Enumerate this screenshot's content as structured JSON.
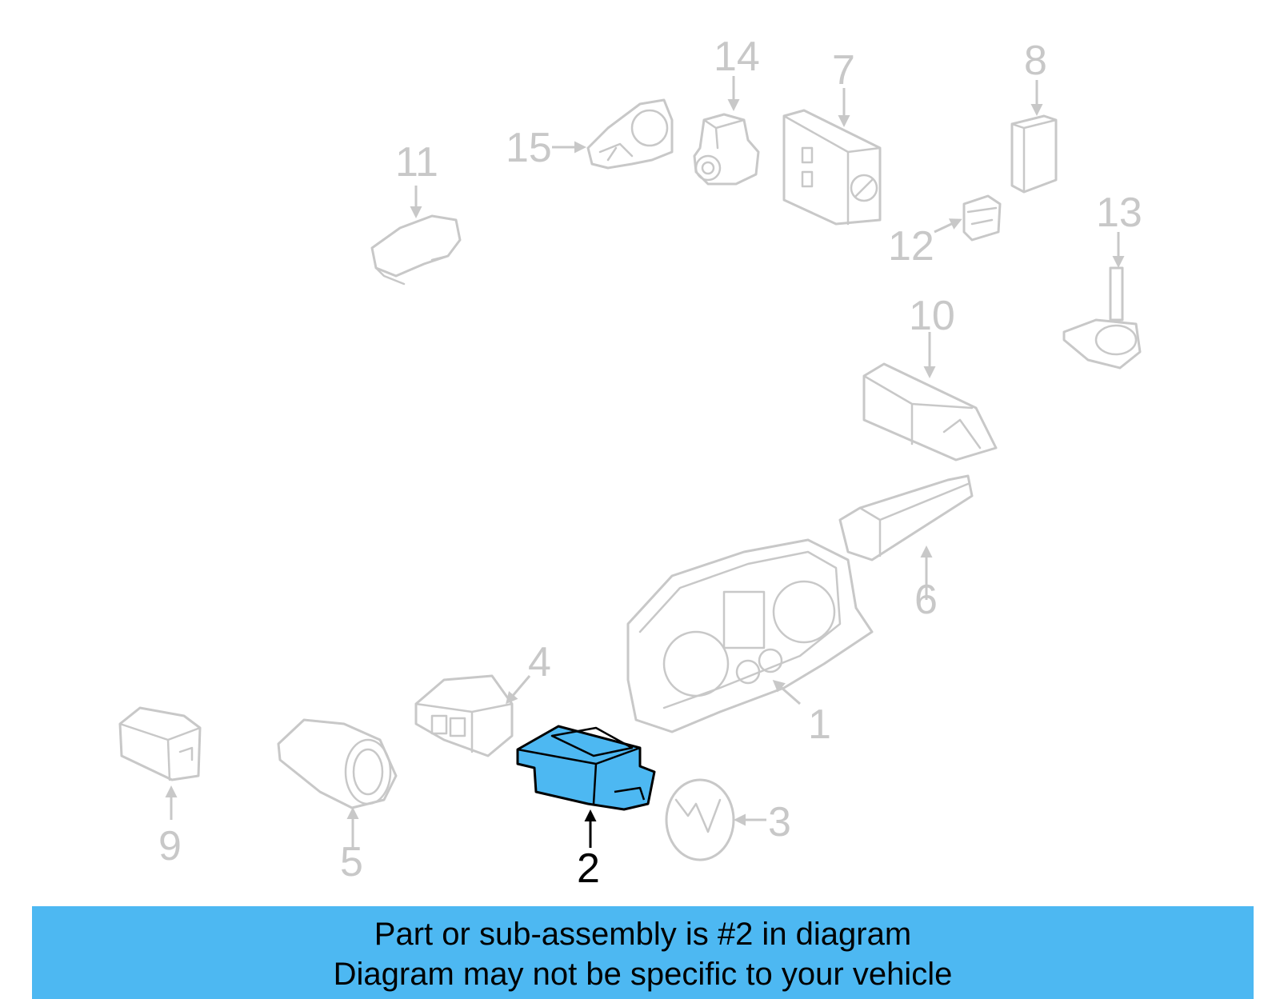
{
  "diagram": {
    "highlight_color": "#4db8f2",
    "inactive_color": "#c8c8c8",
    "active_color": "#000000",
    "highlighted_part": "2",
    "callouts": {
      "c1": "1",
      "c2": "2",
      "c3": "3",
      "c4": "4",
      "c5": "5",
      "c6": "6",
      "c7": "7",
      "c8": "8",
      "c9": "9",
      "c10": "10",
      "c11": "11",
      "c12": "12",
      "c13": "13",
      "c14": "14",
      "c15": "15"
    }
  },
  "footer": {
    "background": "#4db8f2",
    "line1": "Part or sub-assembly is #2 in diagram",
    "line2": "Diagram may not be specific to your vehicle"
  }
}
